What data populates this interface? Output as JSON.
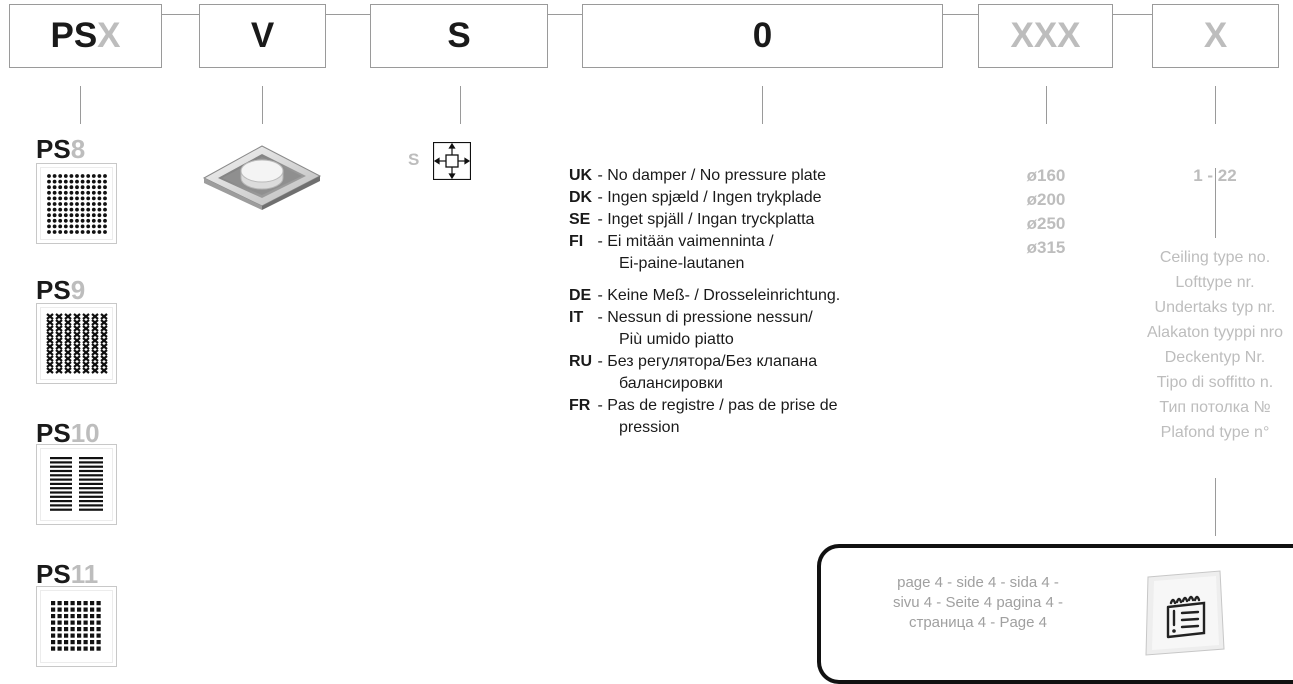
{
  "codes": [
    {
      "bold": "PS",
      "gray": "X"
    },
    {
      "bold": "V",
      "gray": ""
    },
    {
      "bold": "S",
      "gray": ""
    },
    {
      "bold": "0",
      "gray": ""
    },
    {
      "bold": "",
      "gray": "XXX"
    },
    {
      "bold": "",
      "gray": "X"
    }
  ],
  "models": [
    {
      "prefix": "PS",
      "num": "8",
      "pattern": "dots"
    },
    {
      "prefix": "PS",
      "num": "9",
      "pattern": "weave"
    },
    {
      "prefix": "PS",
      "num": "10",
      "pattern": "slots"
    },
    {
      "prefix": "PS",
      "num": "11",
      "pattern": "squares"
    }
  ],
  "s_label": "S",
  "languages": [
    {
      "code": "UK",
      "lines": [
        "No damper / No pressure plate"
      ]
    },
    {
      "code": "DK",
      "lines": [
        "Ingen spjæld / Ingen trykplade"
      ]
    },
    {
      "code": "SE",
      "lines": [
        "Inget spjäll / Ingan tryckplatta"
      ]
    },
    {
      "code": "FI",
      "lines": [
        "Ei mitään vaimenninta /",
        "Ei-paine-lautanen"
      ]
    },
    {
      "code": "DE",
      "lines": [
        "Keine Meß- / Drosseleinrichtung."
      ]
    },
    {
      "code": "IT",
      "lines": [
        "Nessun di pressione nessun/",
        "Più umido piatto"
      ]
    },
    {
      "code": "RU",
      "lines": [
        "Без регулятора/Без клапана",
        "балансировки"
      ]
    },
    {
      "code": "FR",
      "lines": [
        "Pas de registre / pas de prise de",
        "pression"
      ]
    }
  ],
  "diameters": [
    "ø160",
    "ø200",
    "ø250",
    "ø315"
  ],
  "ceiling_range": "1 - 22",
  "ceiling_types": [
    "Ceiling type no.",
    "Lofttype nr.",
    "Undertaks typ nr.",
    "Alakaton tyyppi nro",
    "Deckentyp Nr.",
    "Tipo di soffitto n.",
    "Тип потолка №",
    "Plafond type n°"
  ],
  "page_note": [
    "page 4  -  side 4  -  sida 4  -",
    "sivu 4  -  Seite 4  pagina 4  -",
    "страница 4  -  Page 4"
  ],
  "icons": {
    "valve": "ceiling-valve-icon",
    "size": "four-arrows-icon",
    "note": "notepad-icon"
  }
}
